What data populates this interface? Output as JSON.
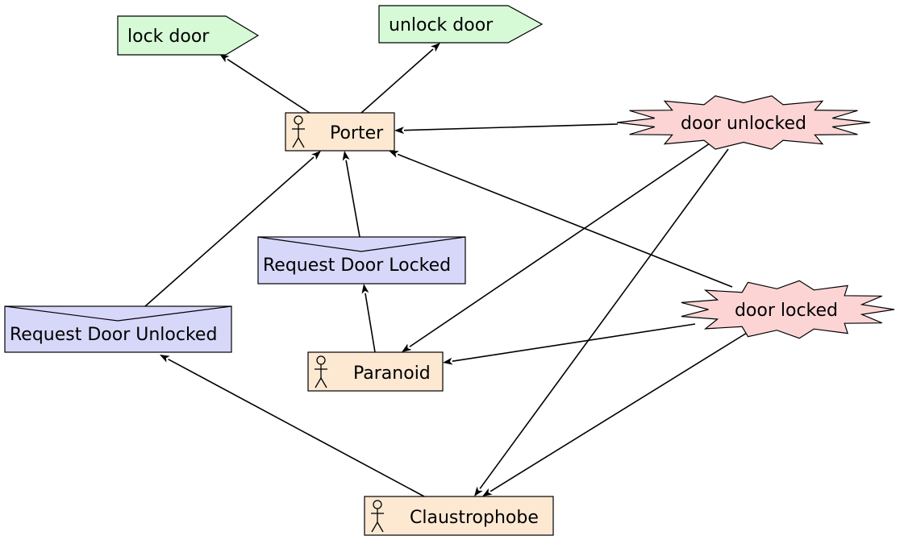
{
  "diagram": {
    "actors": {
      "porter": "Porter",
      "paranoid": "Paranoid",
      "claustrophobe": "Claustrophobe"
    },
    "actions": {
      "lock_door": "lock door",
      "unlock_door": "unlock door"
    },
    "messages": {
      "request_door_locked": "Request Door Locked",
      "request_door_unlocked": "Request Door Unlocked"
    },
    "events": {
      "door_unlocked": "door unlocked",
      "door_locked": "door locked"
    },
    "colors": {
      "actor_fill": "#fde8d2",
      "action_fill": "#d6fad6",
      "message_fill": "#d7d7fa",
      "event_fill": "#fcd4d4",
      "stroke": "#000000"
    },
    "edges": [
      {
        "from": "porter",
        "to": "lock_door"
      },
      {
        "from": "porter",
        "to": "unlock_door"
      },
      {
        "from": "door_unlocked",
        "to": "porter"
      },
      {
        "from": "door_locked",
        "to": "porter"
      },
      {
        "from": "request_door_locked",
        "to": "porter"
      },
      {
        "from": "request_door_unlocked",
        "to": "porter"
      },
      {
        "from": "paranoid",
        "to": "request_door_locked"
      },
      {
        "from": "door_unlocked",
        "to": "paranoid"
      },
      {
        "from": "door_locked",
        "to": "paranoid"
      },
      {
        "from": "claustrophobe",
        "to": "request_door_unlocked"
      },
      {
        "from": "door_unlocked",
        "to": "claustrophobe"
      },
      {
        "from": "door_locked",
        "to": "claustrophobe"
      }
    ]
  }
}
